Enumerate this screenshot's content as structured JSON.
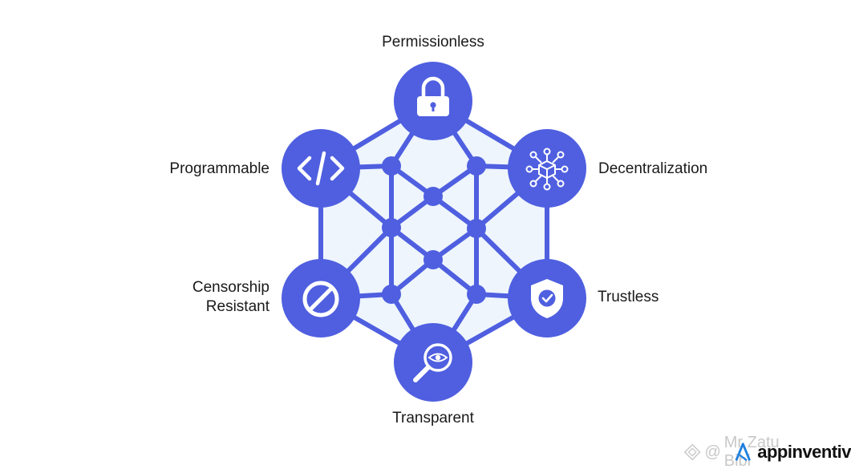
{
  "features": {
    "top": "Permissionless",
    "top_right": "Decentralization",
    "bottom_right": "Trustless",
    "bottom": "Transparent",
    "bottom_left_line1": "Censorship",
    "bottom_left_line2": "Resistant",
    "top_left": "Programmable"
  },
  "watermark": {
    "handle": "Mr Zatu Bibi",
    "brand": "appinventiv"
  },
  "colors": {
    "node": "#4f5fe0",
    "hexagon_fill": "#eef5fc",
    "edge": "#4f5fe0",
    "label": "#1a1a1a"
  },
  "icons": {
    "top": "lock-icon",
    "top_right": "network-cube-icon",
    "bottom_right": "shield-check-icon",
    "bottom": "magnifier-eye-icon",
    "bottom_left": "prohibited-icon",
    "top_left": "code-icon"
  }
}
